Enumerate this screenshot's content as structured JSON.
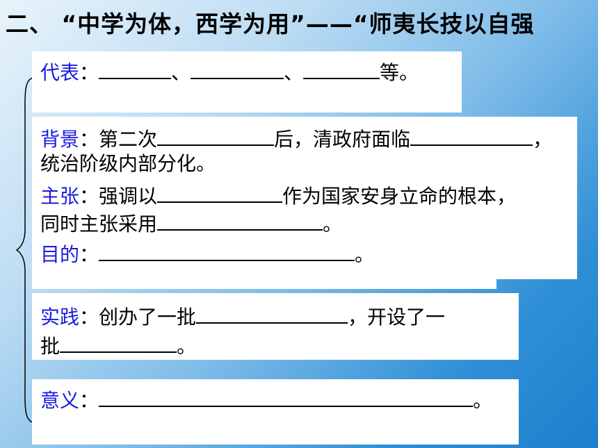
{
  "title": "二、 “中学为体，西学为用”——“师夷长技以自强",
  "sections": {
    "daibiao": {
      "label": "代表",
      "colon": "：",
      "sep1": "、",
      "sep2": "、",
      "end": "等。"
    },
    "beijing": {
      "label": "背景",
      "colon": "：",
      "part1": "第二次",
      "part2": "后，清政府面临",
      "part3": "，",
      "line2": "统治阶级内部分化。"
    },
    "zhuzhang": {
      "label": "主张",
      "colon": "：",
      "part1": "强调以",
      "part2": "作为国家安身立命的根本，",
      "line2a": "同时主张采用",
      "line2b": "。"
    },
    "mudi": {
      "label": "目的",
      "colon": "：",
      "end": "。"
    },
    "shijian": {
      "label": "实践",
      "colon": "：",
      "part1": "创办了一批",
      "part2": "，开设了一",
      "line2a": "批",
      "line2b": "。"
    },
    "yiyi": {
      "label": "意义",
      "colon": "：",
      "end": "。"
    }
  }
}
